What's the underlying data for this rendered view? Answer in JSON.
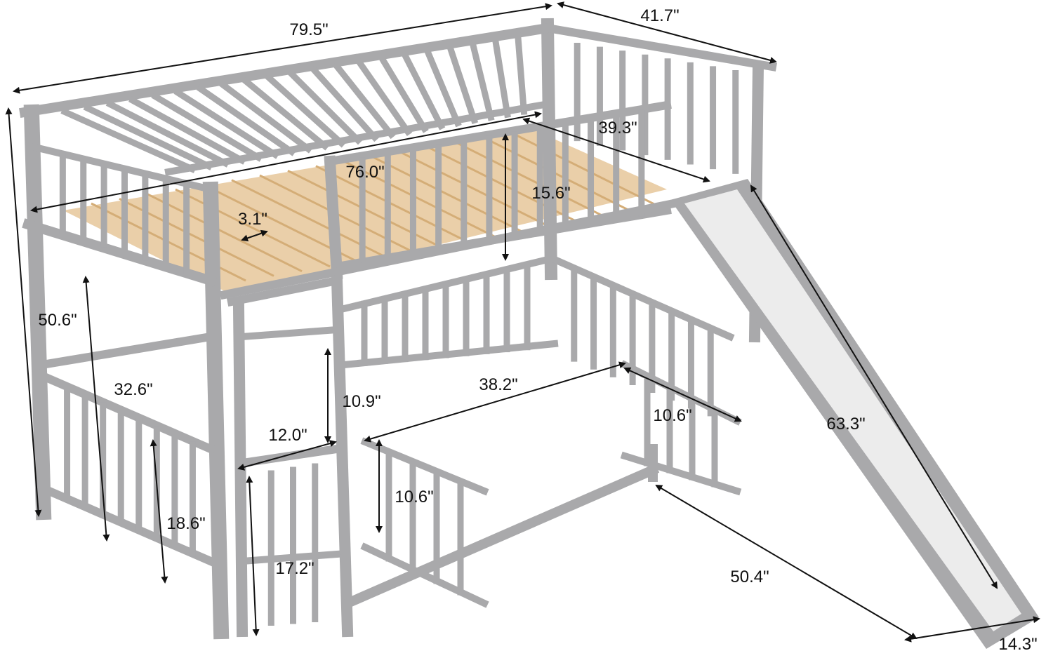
{
  "product": {
    "frame_color": "#a9a9ab",
    "slat_color": "#e6c79a",
    "slide_color": "#ececec"
  },
  "dimensions": [
    {
      "id": "overall-length",
      "label": "79.5\""
    },
    {
      "id": "overall-width",
      "label": "41.7\""
    },
    {
      "id": "inner-width",
      "label": "39.3\""
    },
    {
      "id": "inner-length",
      "label": "76.0\""
    },
    {
      "id": "guardrail-height",
      "label": "15.6\""
    },
    {
      "id": "slat-gap",
      "label": "3.1\""
    },
    {
      "id": "overall-height",
      "label": "50.6\""
    },
    {
      "id": "under-bed-clearance",
      "label": "32.6\""
    },
    {
      "id": "ladder-step-height",
      "label": "10.9\""
    },
    {
      "id": "lower-inner-width",
      "label": "38.2\""
    },
    {
      "id": "side-gate-width",
      "label": "10.6\""
    },
    {
      "id": "ladder-width",
      "label": "12.0\""
    },
    {
      "id": "slide-length",
      "label": "63.3\""
    },
    {
      "id": "front-gate-height",
      "label": "10.6\""
    },
    {
      "id": "lower-rail-height",
      "label": "18.6\""
    },
    {
      "id": "first-step-height",
      "label": "17.2\""
    },
    {
      "id": "slide-footprint",
      "label": "50.4\""
    },
    {
      "id": "slide-width",
      "label": "14.3\""
    }
  ]
}
